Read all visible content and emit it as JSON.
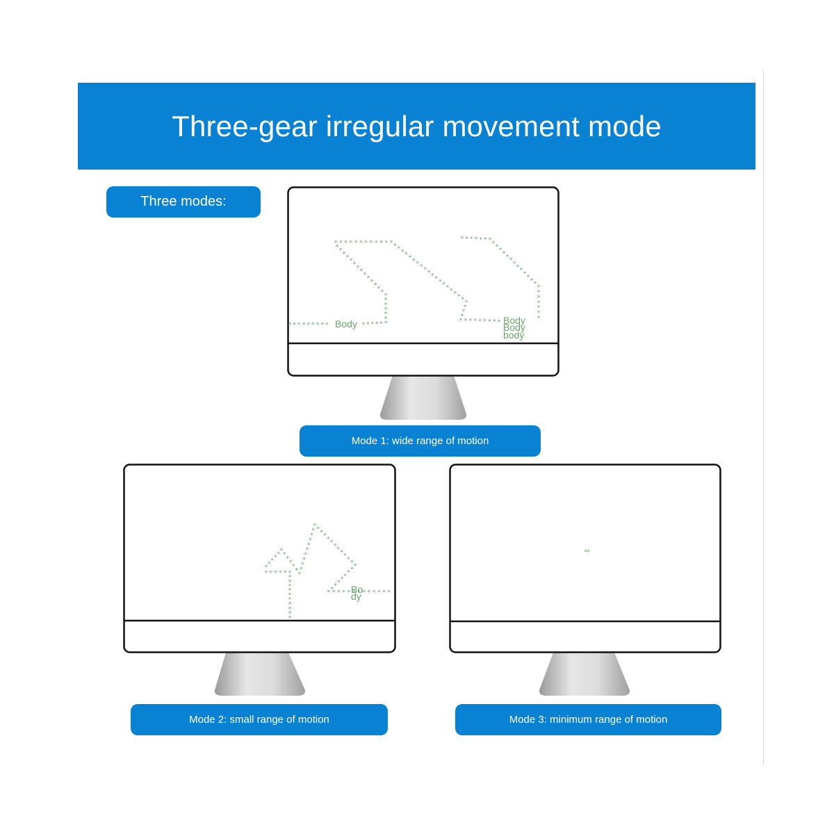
{
  "header": {
    "title": "Three-gear irregular movement mode"
  },
  "intro_label": "Three modes:",
  "modes": [
    {
      "caption": "Mode 1: wide range of motion",
      "screen_labels": [
        "Body",
        "Body",
        "Body",
        "body"
      ]
    },
    {
      "caption": "Mode 2: small range of motion",
      "screen_labels": [
        "Bo",
        "dy"
      ]
    },
    {
      "caption": "Mode 3: minimum range of motion",
      "screen_labels": []
    }
  ],
  "colors": {
    "accent": "#0a82d4",
    "trail": "#6aa56a",
    "bezel": "#111111",
    "stand": "#c8c8c8"
  },
  "icons": [
    "monitor-icon",
    "monitor-stand-icon",
    "cursor-trail-icon"
  ]
}
